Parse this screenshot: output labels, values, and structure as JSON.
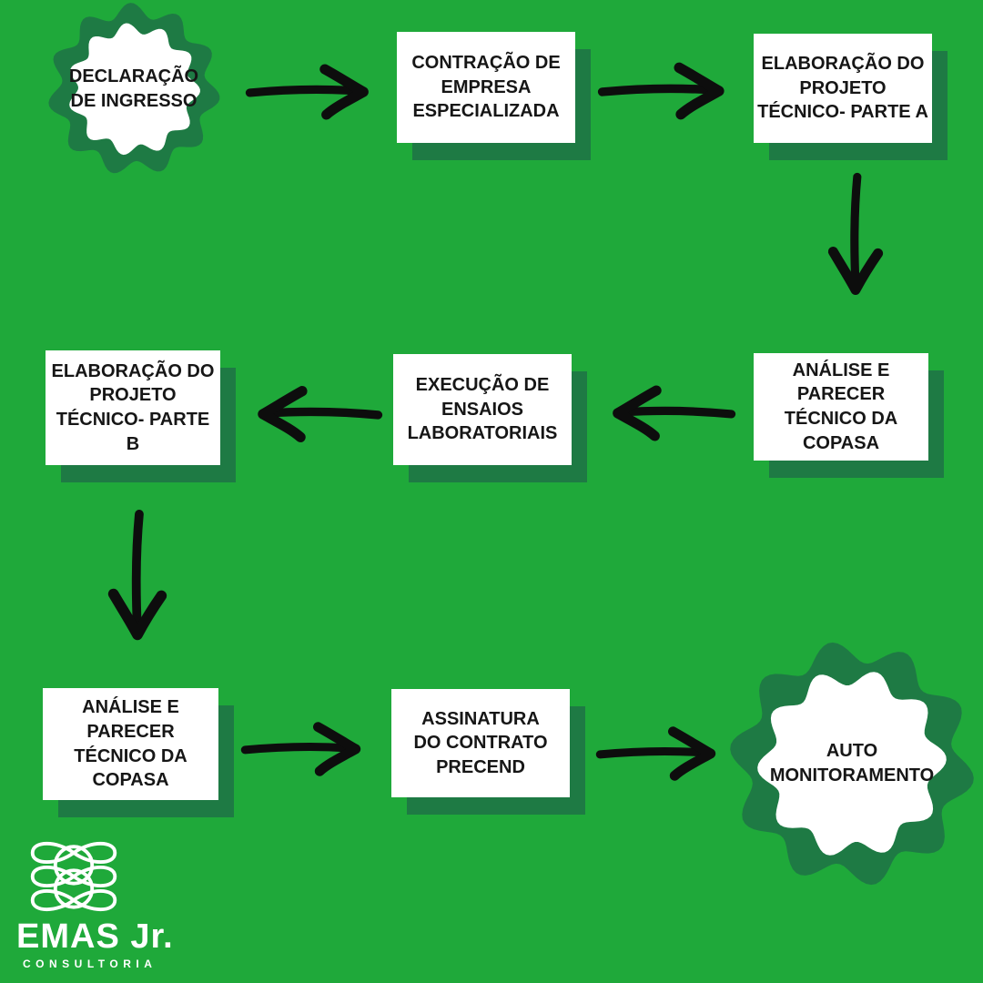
{
  "colors": {
    "background": "#1FA93A",
    "dark_green": "#1E7A44",
    "box_fill": "#FFFFFF",
    "text": "#161616",
    "arrow": "#0D0D0D",
    "logo": "#FFFFFF"
  },
  "icons": {
    "arrow_right": "→",
    "arrow_left": "←",
    "arrow_down": "↓",
    "start_end_seal": "wavy-circle-badge",
    "logo_knot": "emas-knot"
  },
  "flowchart": {
    "nodes": [
      {
        "id": "declaracao",
        "type": "badge",
        "label": "DECLARAÇÃO DE INGRESSO"
      },
      {
        "id": "contracao",
        "type": "box",
        "label": "CONTRAÇÃO DE EMPRESA ESPECIALIZADA"
      },
      {
        "id": "parte-a",
        "type": "box",
        "label": "ELABORAÇÃO DO PROJETO TÉCNICO- PARTE A"
      },
      {
        "id": "analise-copasa-1",
        "type": "box",
        "label": "ANÁLISE E PARECER TÉCNICO DA COPASA"
      },
      {
        "id": "ensaios",
        "type": "box",
        "label": "EXECUÇÃO DE ENSAIOS LABORATORIAIS"
      },
      {
        "id": "parte-b",
        "type": "box",
        "label": "ELABORAÇÃO DO PROJETO TÉCNICO- PARTE B"
      },
      {
        "id": "analise-copasa-2",
        "type": "box",
        "label": "ANÁLISE E PARECER TÉCNICO DA COPASA"
      },
      {
        "id": "assinatura",
        "type": "box",
        "label": "ASSINATURA DO CONTRATO PRECEND"
      },
      {
        "id": "automonitoramento",
        "type": "badge",
        "label": "AUTO MONITORAMENTO"
      }
    ],
    "edges": [
      "declaracao→contracao",
      "contracao→parte-a",
      "parte-a→analise-copasa-1",
      "analise-copasa-1→ensaios",
      "ensaios→parte-b",
      "parte-b→analise-copasa-2",
      "analise-copasa-2→assinatura",
      "assinatura→automonitoramento"
    ]
  },
  "logo": {
    "name": "EMAS Jr.",
    "tagline": "CONSULTORIA"
  }
}
